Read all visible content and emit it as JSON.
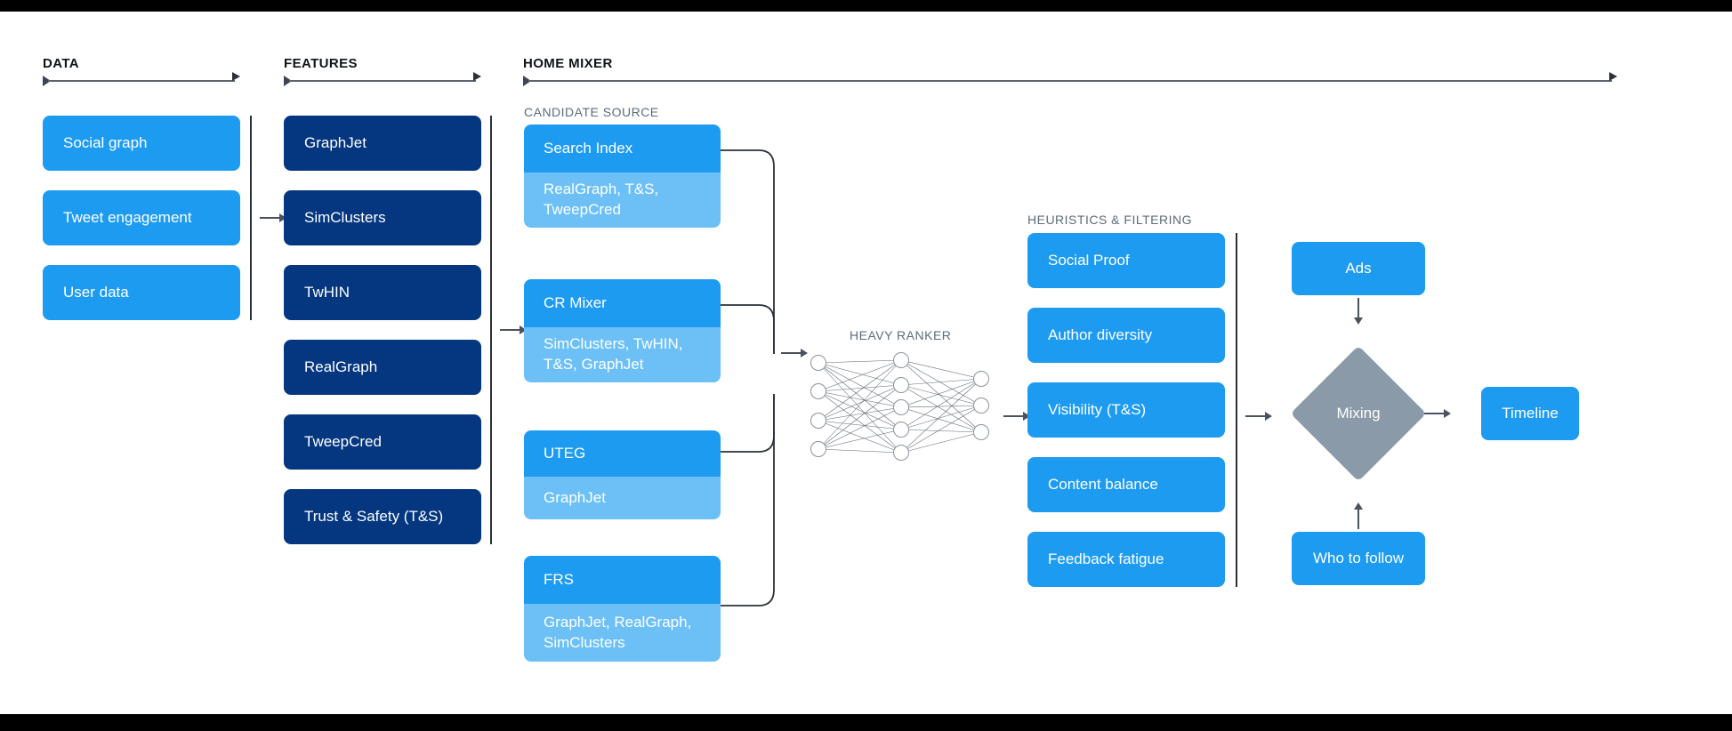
{
  "sections": [
    {
      "id": "data",
      "label": "DATA"
    },
    {
      "id": "features",
      "label": "FEATURES"
    },
    {
      "id": "home",
      "label": "HOME MIXER"
    }
  ],
  "sublabels": {
    "candidate_source": "CANDIDATE SOURCE",
    "heuristics": "HEURISTICS & FILTERING",
    "heavy_ranker": "HEAVY RANKER"
  },
  "data_column": {
    "items": [
      {
        "label": "Social graph"
      },
      {
        "label": "Tweet engagement"
      },
      {
        "label": "User data"
      }
    ]
  },
  "features_column": {
    "items": [
      {
        "label": "GraphJet"
      },
      {
        "label": "SimClusters"
      },
      {
        "label": "TwHIN"
      },
      {
        "label": "RealGraph"
      },
      {
        "label": "TweepCred"
      },
      {
        "label": "Trust & Safety (T&S)"
      }
    ]
  },
  "candidate_sources": {
    "items": [
      {
        "title": "Search Index",
        "detail": "RealGraph, T&S,\nTweepCred"
      },
      {
        "title": "CR Mixer",
        "detail": "SimClusters, TwHIN,\nT&S, GraphJet"
      },
      {
        "title": "UTEG",
        "detail": "GraphJet"
      },
      {
        "title": "FRS",
        "detail": "GraphJet, RealGraph,\nSimClusters"
      }
    ]
  },
  "heuristics_column": {
    "items": [
      {
        "label": "Social Proof"
      },
      {
        "label": "Author diversity"
      },
      {
        "label": "Visibility (T&S)"
      },
      {
        "label": "Content balance"
      },
      {
        "label": "Feedback fatigue"
      }
    ]
  },
  "output_stage": {
    "ads": "Ads",
    "mixing": "Mixing",
    "who_to_follow": "Who to follow",
    "timeline": "Timeline"
  },
  "neural_network": {
    "layers": [
      4,
      5,
      3
    ]
  },
  "colors": {
    "light_blue": "#1d9bf0",
    "pale_blue": "#6cc0f6",
    "dark_blue": "#04377f",
    "gray_diamond": "#8b9aa9",
    "sub_label": "#5c6b7a",
    "rule": "#4a525e",
    "background": "#ffffff",
    "letterbox": "#000000"
  }
}
